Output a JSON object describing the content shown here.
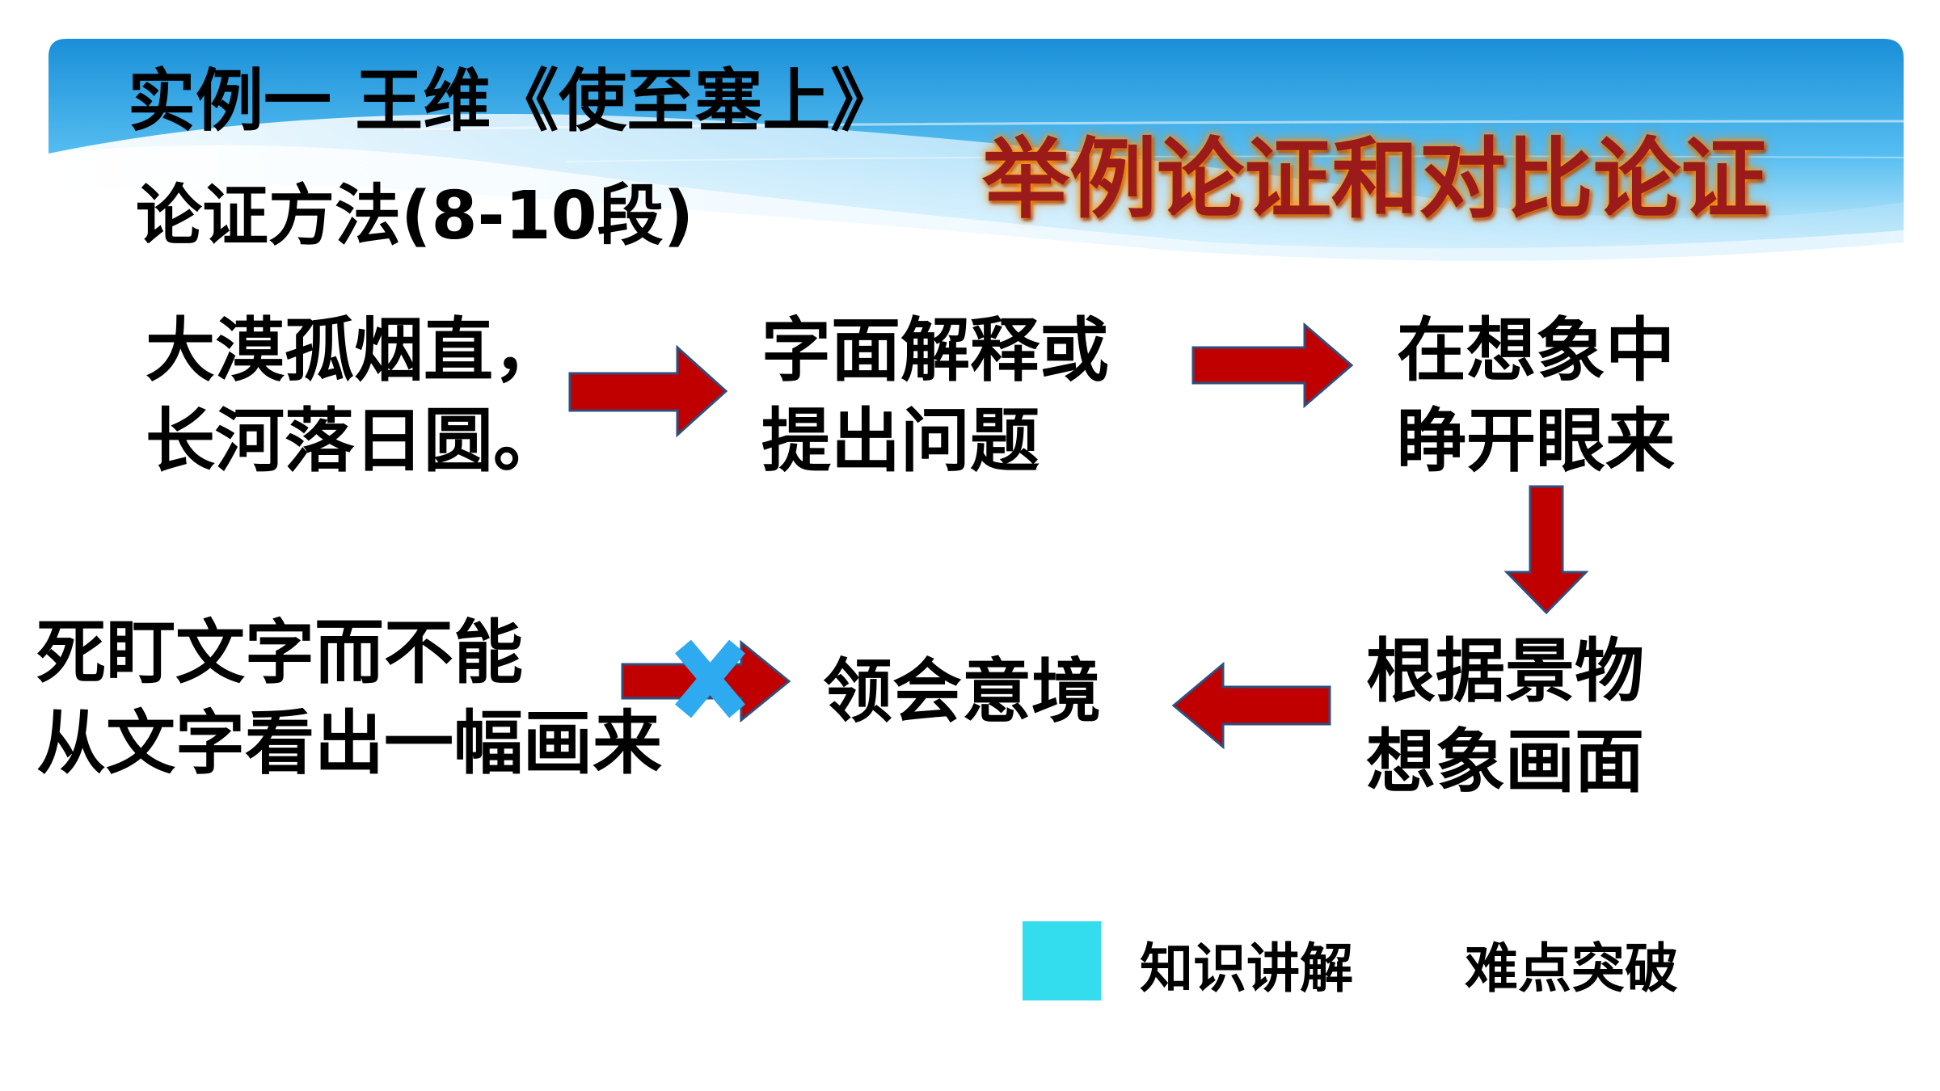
{
  "title": "实例一 王维《使至塞上》",
  "subtitle": "论证方法(8-10段)",
  "headline": "举例论证和对比论证",
  "flow": {
    "node1": {
      "line1": "大漠孤烟直，",
      "line2": "长河落日圆。"
    },
    "node2": {
      "line1": "字面解释或",
      "line2": "提出问题"
    },
    "node3": {
      "line1": "在想象中",
      "line2": "睁开眼来"
    },
    "node4": {
      "line1": "根据景物",
      "line2": "想象画面"
    },
    "node5": {
      "line1": "领会意境"
    },
    "node6": {
      "line1": "死盯文字而不能",
      "line2": "从文字看出一幅画来"
    }
  },
  "legend": {
    "item1": "知识讲解",
    "item2": "难点突破"
  },
  "colors": {
    "arrow_fill": "#c00000",
    "arrow_stroke": "#2e4f7e",
    "cross_mark": "#2eaaf0",
    "legend_swatch": "#33ddee",
    "banner_blue": "#2d9fe0",
    "headline_red": "#9b1b1b"
  },
  "icons": {
    "arrow": "right-arrow",
    "cross": "x-mark-icon"
  }
}
